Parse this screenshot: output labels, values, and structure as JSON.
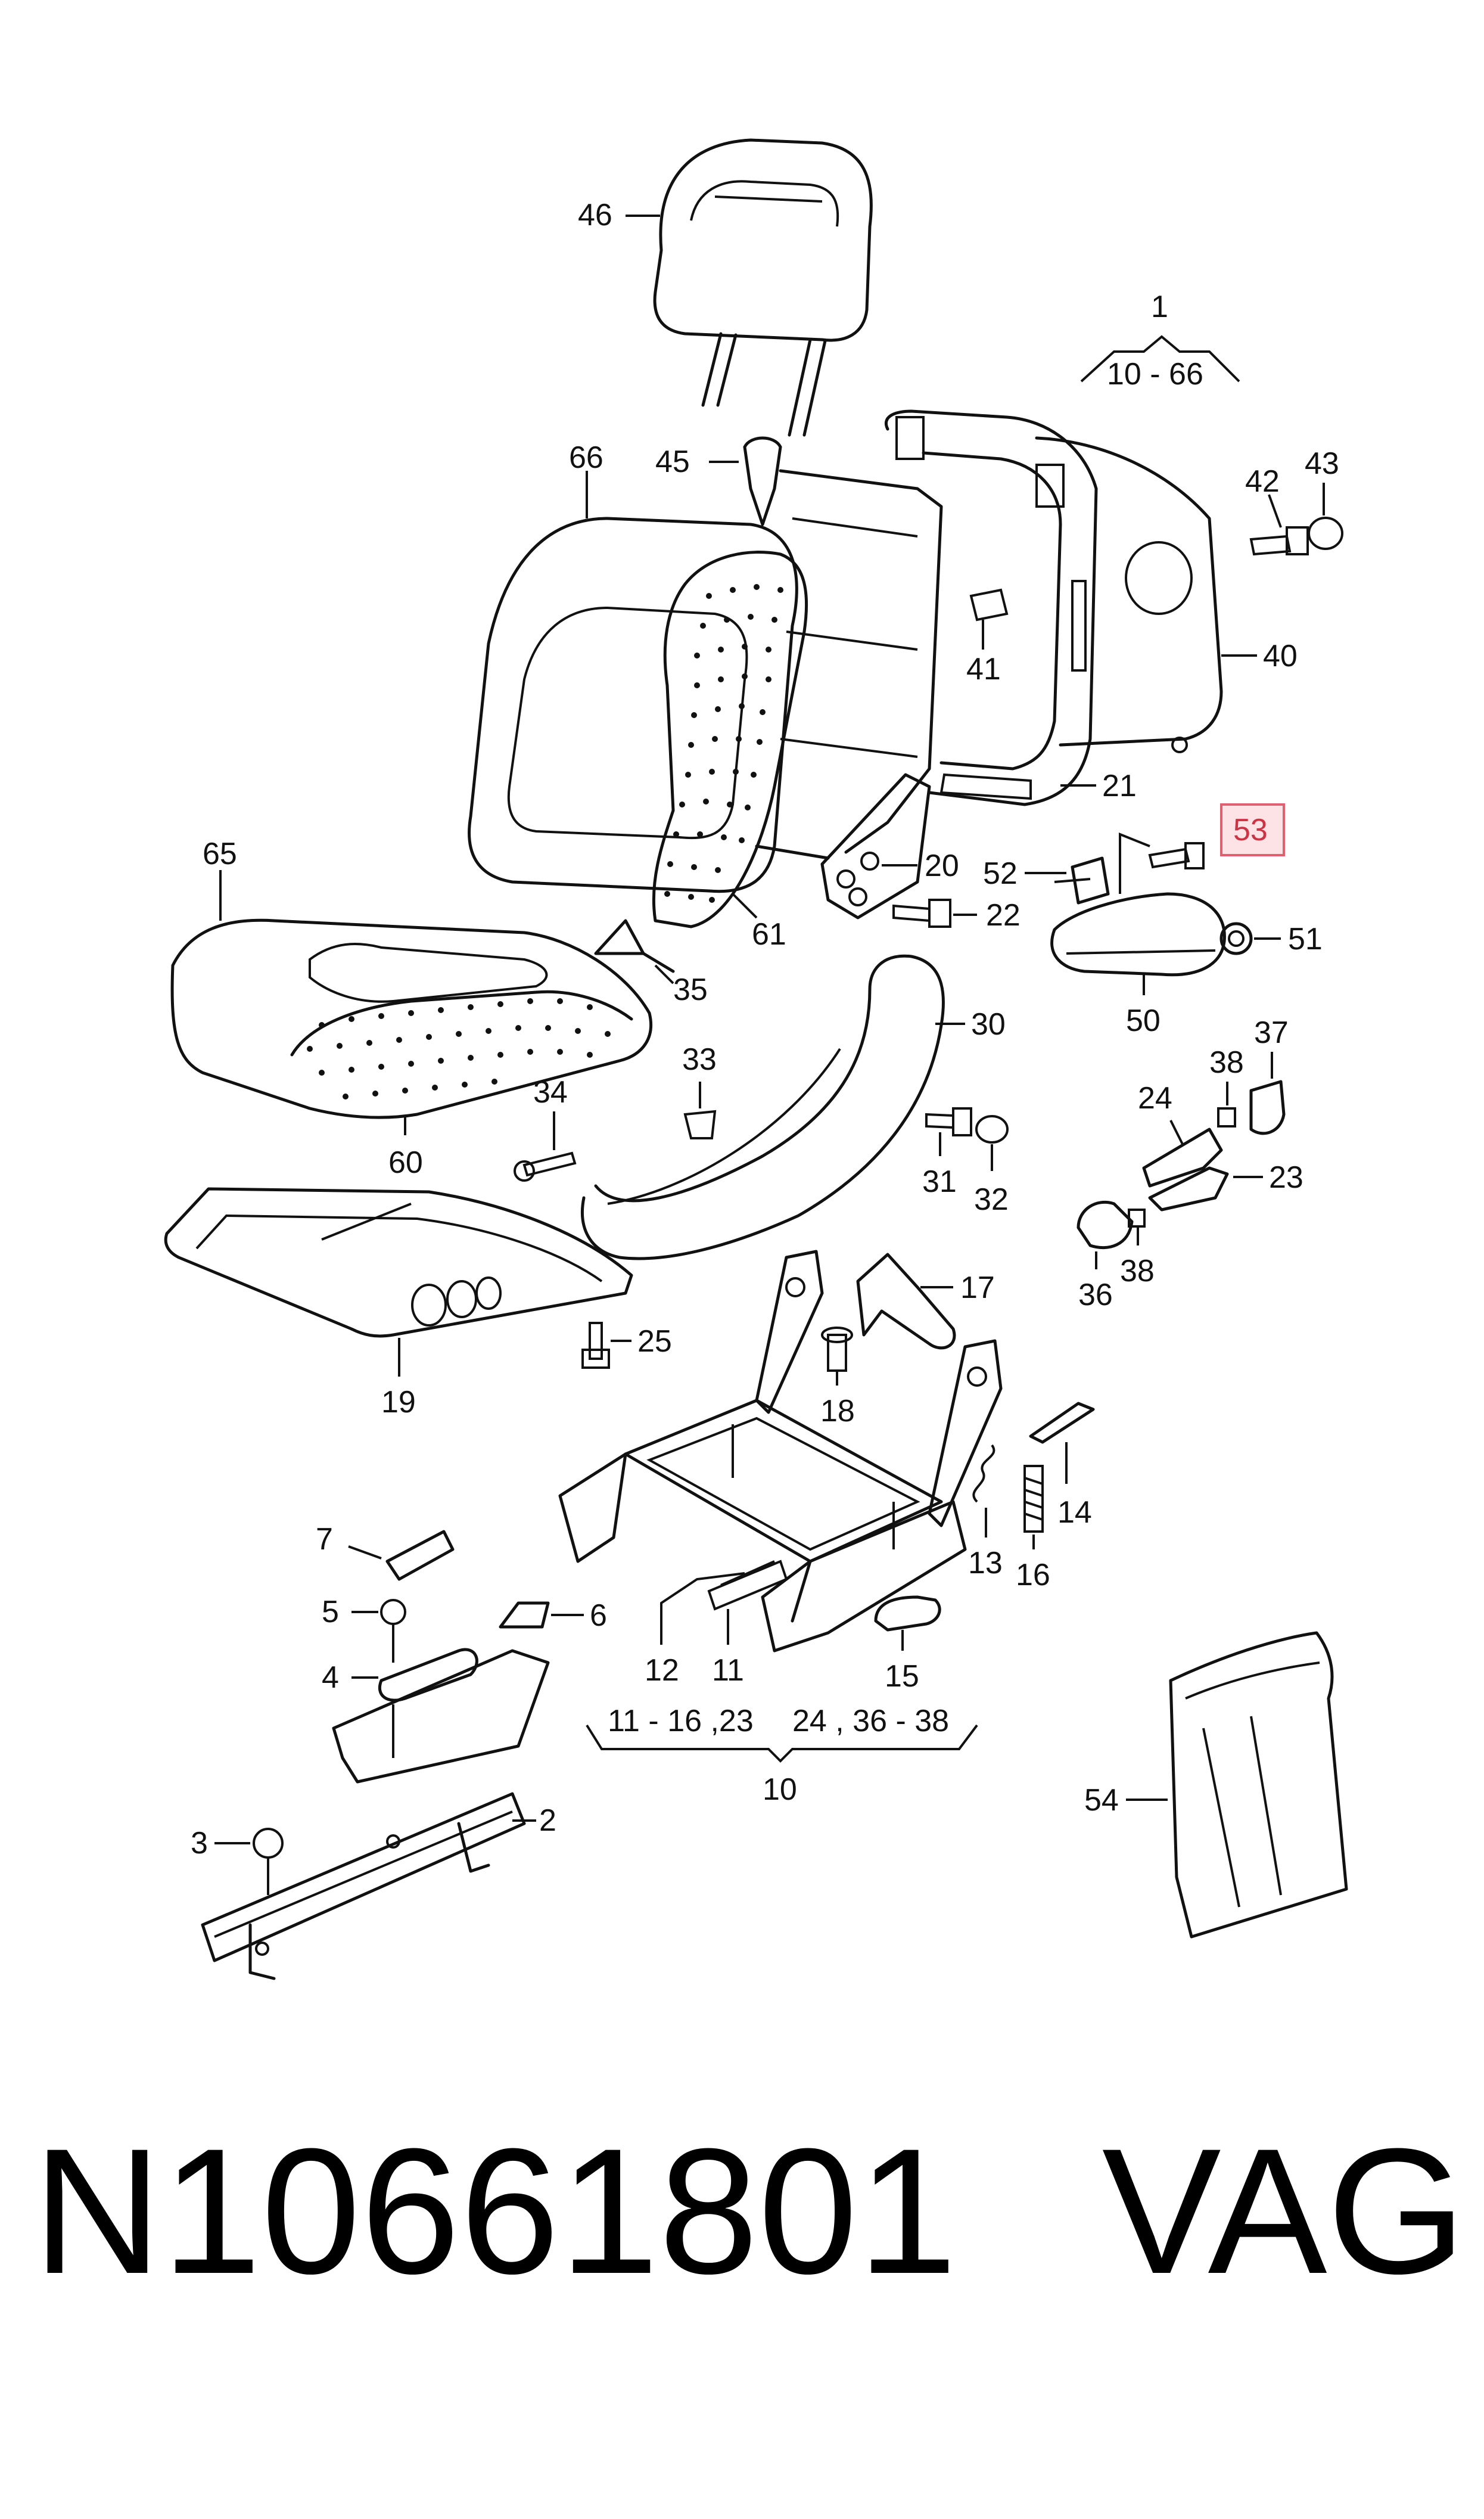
{
  "callouts": {
    "c1": "1",
    "c1_range": "10 - 66",
    "c2": "2",
    "c3": "3",
    "c4": "4",
    "c5": "5",
    "c6": "6",
    "c7": "7",
    "c10": "10",
    "c10_range_a": "11 - 16 ,23",
    "c10_range_b": "24 , 36 - 38",
    "c11": "11",
    "c12": "12",
    "c13": "13",
    "c14": "14",
    "c15": "15",
    "c16": "16",
    "c17": "17",
    "c18": "18",
    "c19": "19",
    "c20": "20",
    "c21": "21",
    "c22": "22",
    "c23": "23",
    "c24": "24",
    "c25": "25",
    "c30": "30",
    "c31": "31",
    "c32": "32",
    "c33": "33",
    "c34": "34",
    "c35": "35",
    "c36": "36",
    "c37": "37",
    "c38a": "38",
    "c38b": "38",
    "c40": "40",
    "c41": "41",
    "c42": "42",
    "c43": "43",
    "c45": "45",
    "c46": "46",
    "c50": "50",
    "c51": "51",
    "c52": "52",
    "c53": "53",
    "c54": "54",
    "c60": "60",
    "c61": "61",
    "c65": "65",
    "c66": "66"
  },
  "highlight_color": "#cc3344",
  "footer": {
    "part_number": "N10661801",
    "brand": "VAG"
  }
}
